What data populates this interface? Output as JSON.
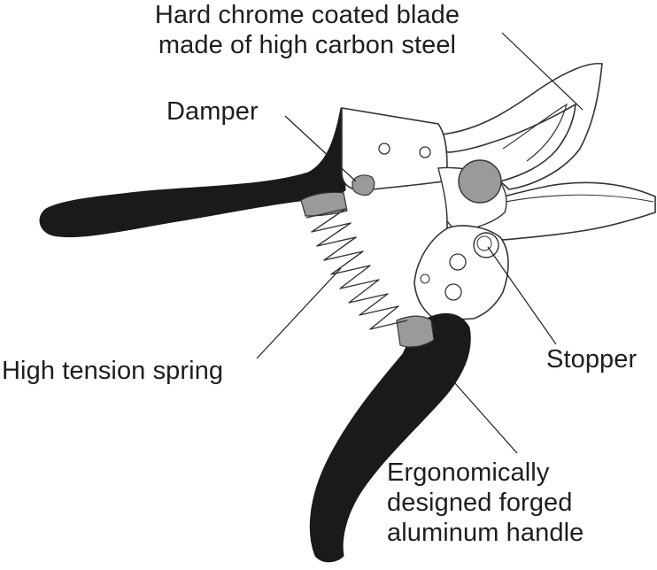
{
  "labels": {
    "blade": [
      "Hard chrome coated blade",
      "made of high carbon steel"
    ],
    "damper": "Damper",
    "spring": "High tension spring",
    "stopper": "Stopper",
    "handle": [
      "Ergonomically",
      "designed forged",
      "aluminum handle"
    ]
  },
  "colors": {
    "handle_fill": "#1a1a1a",
    "metal_fill": "#ffffff",
    "metal_stroke": "#333333",
    "damper_fill": "#9a9a9a",
    "pivot_fill": "#9a9a9a",
    "spring_stroke": "#333333"
  }
}
